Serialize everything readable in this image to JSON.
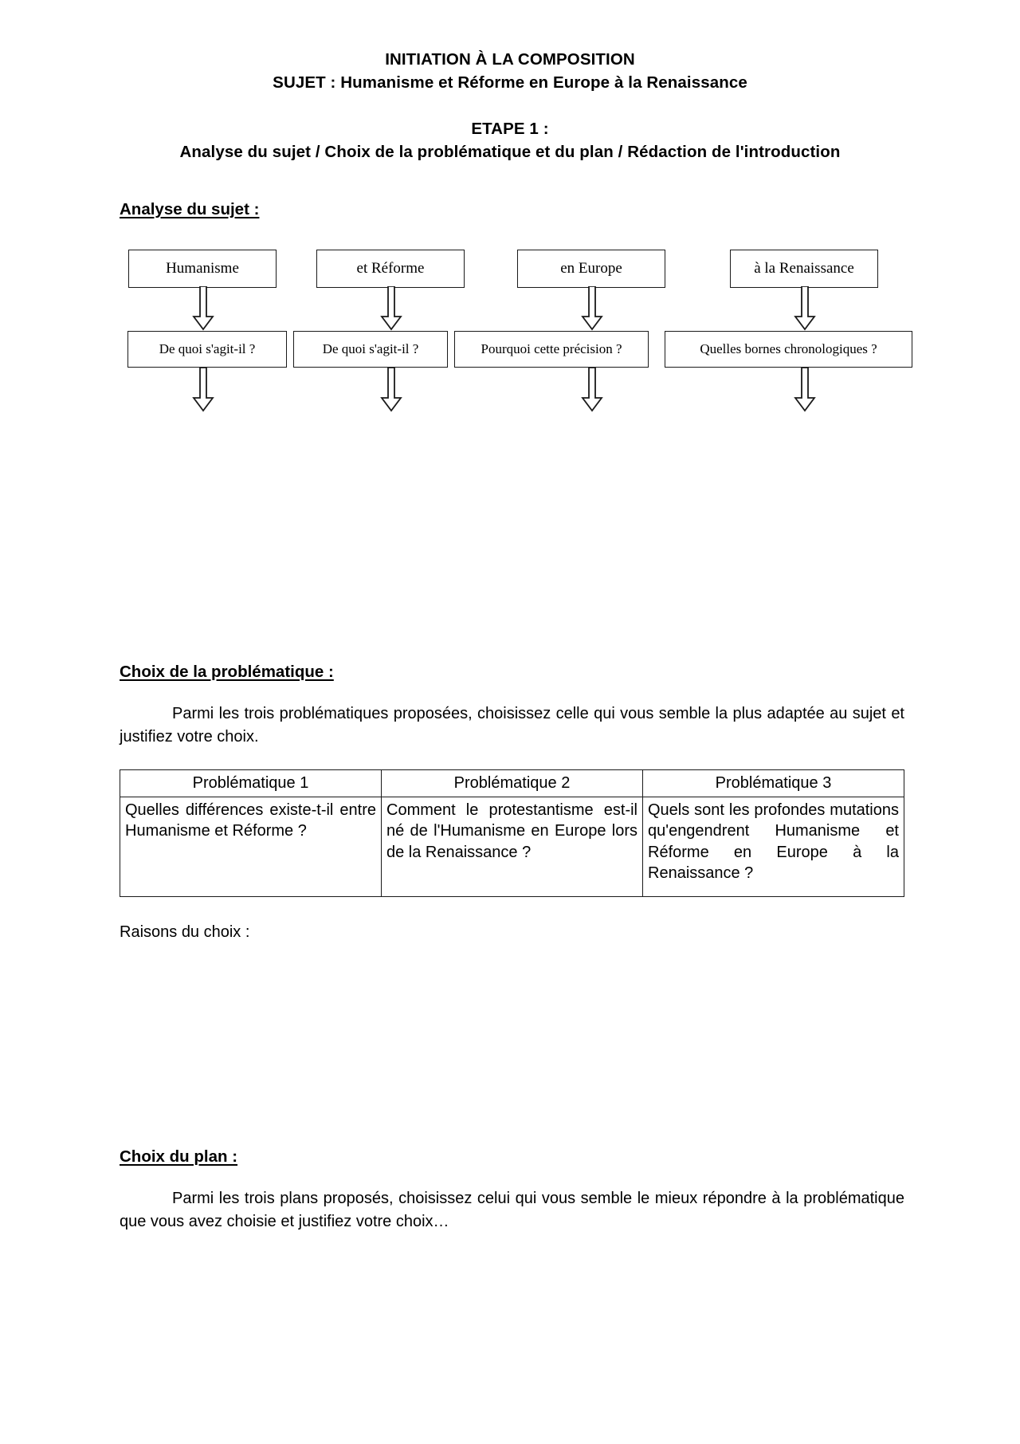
{
  "document": {
    "title_lines": [
      "INITIATION À LA COMPOSITION",
      "SUJET : Humanisme et Réforme en Europe à la Renaissance",
      "ETAPE 1 :",
      "Analyse du sujet / Choix de la problématique et du plan / Rédaction de l'introduction"
    ]
  },
  "analysis": {
    "heading": "Analyse du sujet :",
    "terms": [
      "Humanisme",
      "et Réforme",
      "en Europe",
      "à la Renaissance"
    ],
    "questions": [
      "De quoi s'agit-il ?",
      "De quoi s'agit-il ?",
      "Pourquoi cette précision ?",
      "Quelles bornes chronologiques ?"
    ]
  },
  "problematique": {
    "heading": "Choix de la problématique :",
    "instruction": "Parmi les trois problématiques proposées, choisissez celle qui vous semble la plus adaptée au sujet et justifiez votre choix.",
    "table": {
      "headers": [
        "Problématique 1",
        "Problématique 2",
        "Problématique 3"
      ],
      "cells": [
        "Quelles différences existe-t-il entre Humanisme et Réforme ?",
        "Comment le protestantisme est-il né de l'Humanisme en Europe lors de la Renaissance ?",
        "Quels sont les profondes mutations qu'engendrent Humanisme et Réforme en Europe à la Renaissance ?"
      ]
    },
    "reasons_label": "Raisons du choix :"
  },
  "plan": {
    "heading": "Choix du plan :",
    "instruction": "Parmi les trois plans proposés, choisissez celui qui vous semble le mieux répondre à la problématique que vous avez choisie et justifiez votre choix…"
  },
  "colors": {
    "ink": "#000000",
    "rule": "#1a1a1a",
    "paper": "#ffffff"
  }
}
